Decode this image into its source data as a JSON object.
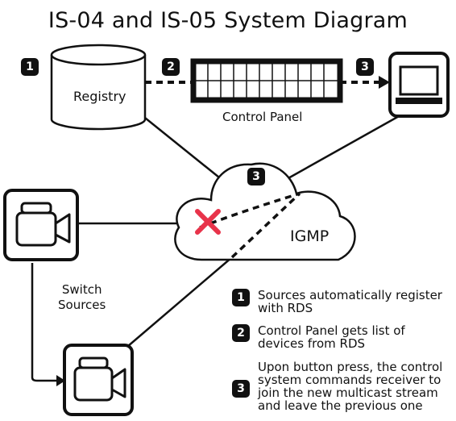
{
  "title": "IS-04 and IS-05 System Diagram",
  "nodes": {
    "registry": "Registry",
    "control_panel": "Control Panel",
    "cloud": "IGMP",
    "switch_sources": "Switch\nSources"
  },
  "badges": {
    "registry": "1",
    "control_panel": "2",
    "monitor": "3",
    "cloud": "3"
  },
  "legend": [
    {
      "num": "1",
      "text": "Sources automatically register\nwith RDS"
    },
    {
      "num": "2",
      "text": "Control Panel gets list of\ndevices from RDS"
    },
    {
      "num": "3",
      "text": "Upon button press, the control\nsystem commands receiver to\njoin the new multicast stream\nand leave the previous one"
    }
  ],
  "colors": {
    "stroke": "#111111",
    "cross": "#e8334a"
  },
  "icons": [
    "database-icon",
    "monitor-icon",
    "camera-icon",
    "cloud-icon",
    "cross-icon"
  ]
}
